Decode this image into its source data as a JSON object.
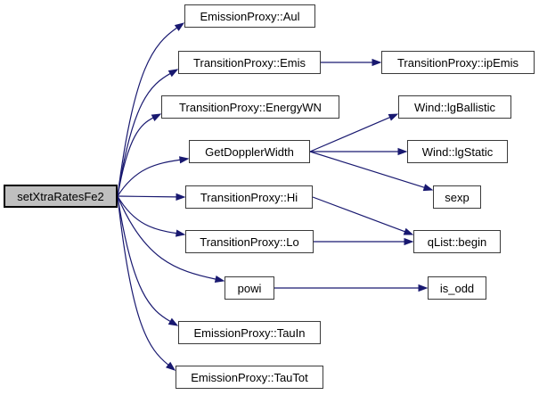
{
  "graph": {
    "type": "doxygen-call-graph",
    "nodes": [
      {
        "id": "main",
        "label": "setXtraRatesFe2"
      },
      {
        "id": "aul",
        "label": "EmissionProxy::Aul"
      },
      {
        "id": "emis",
        "label": "TransitionProxy::Emis"
      },
      {
        "id": "energywn",
        "label": "TransitionProxy::EnergyWN"
      },
      {
        "id": "getdopplerwidth",
        "label": "GetDopplerWidth"
      },
      {
        "id": "hi",
        "label": "TransitionProxy::Hi"
      },
      {
        "id": "lo",
        "label": "TransitionProxy::Lo"
      },
      {
        "id": "powi",
        "label": "powi"
      },
      {
        "id": "tauin",
        "label": "EmissionProxy::TauIn"
      },
      {
        "id": "tautot",
        "label": "EmissionProxy::TauTot"
      },
      {
        "id": "ipemis",
        "label": "TransitionProxy::ipEmis"
      },
      {
        "id": "lgballistic",
        "label": "Wind::lgBallistic"
      },
      {
        "id": "lgstatic",
        "label": "Wind::lgStatic"
      },
      {
        "id": "sexp",
        "label": "sexp"
      },
      {
        "id": "qlistbegin",
        "label": "qList::begin"
      },
      {
        "id": "isodd",
        "label": "is_odd"
      }
    ],
    "edges": [
      {
        "from": "main",
        "to": "aul"
      },
      {
        "from": "main",
        "to": "emis"
      },
      {
        "from": "main",
        "to": "energywn"
      },
      {
        "from": "main",
        "to": "getdopplerwidth"
      },
      {
        "from": "main",
        "to": "hi"
      },
      {
        "from": "main",
        "to": "lo"
      },
      {
        "from": "main",
        "to": "powi"
      },
      {
        "from": "main",
        "to": "tauin"
      },
      {
        "from": "main",
        "to": "tautot"
      },
      {
        "from": "emis",
        "to": "ipemis"
      },
      {
        "from": "getdopplerwidth",
        "to": "lgballistic"
      },
      {
        "from": "getdopplerwidth",
        "to": "lgstatic"
      },
      {
        "from": "getdopplerwidth",
        "to": "sexp"
      },
      {
        "from": "hi",
        "to": "qlistbegin"
      },
      {
        "from": "lo",
        "to": "qlistbegin"
      },
      {
        "from": "powi",
        "to": "isodd"
      }
    ],
    "colors": {
      "edge": "#191970",
      "main_node_fill": "#bfbfbf",
      "node_fill": "#ffffff",
      "node_border": "#3a3a3a"
    }
  }
}
